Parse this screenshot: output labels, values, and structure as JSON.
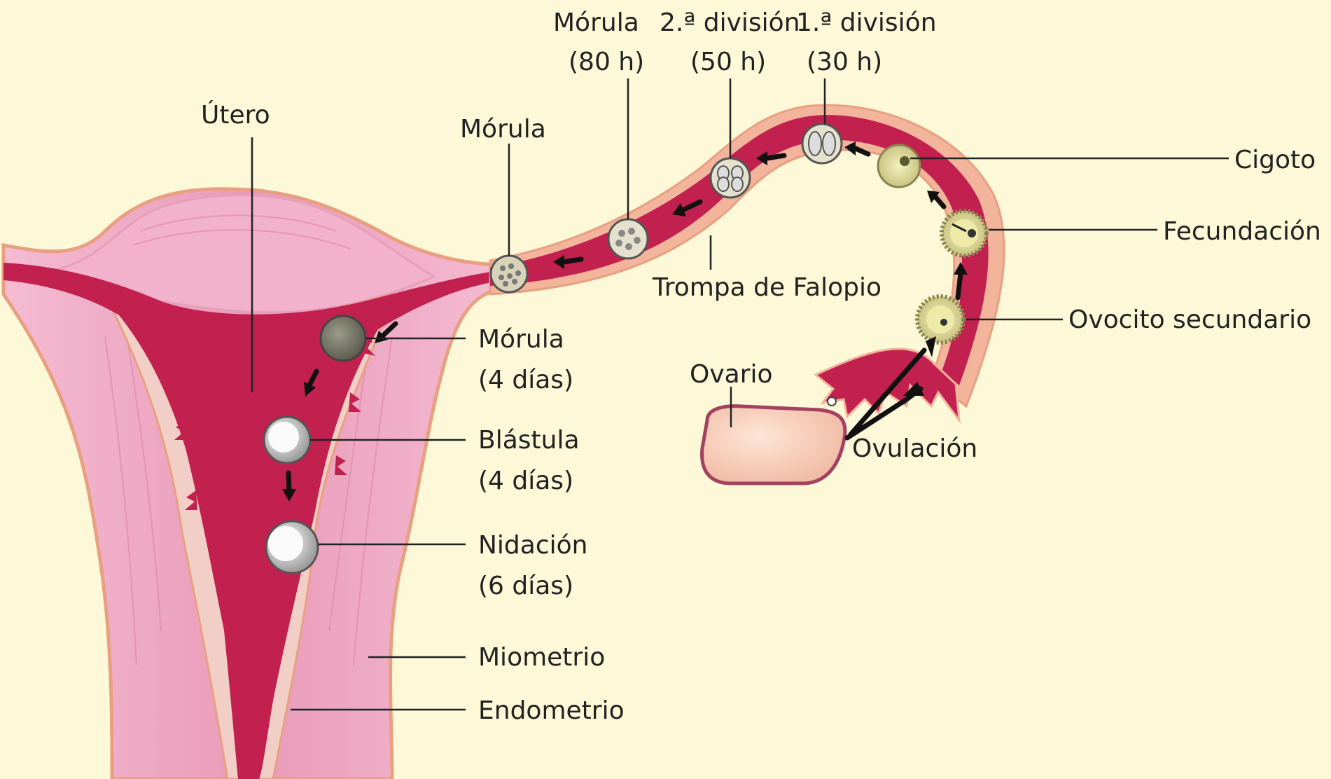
{
  "labels": {
    "utero": "Útero",
    "morula_tube": "Mórula",
    "morula_80_line1": "Mórula",
    "morula_80_line2": "(80 h)",
    "div2_line1": "2.ª división",
    "div2_line2": "(50 h)",
    "div1_line1": "1.ª división",
    "div1_line2": "(30 h)",
    "cigoto": "Cigoto",
    "fecundacion": "Fecundación",
    "trompa": "Trompa de Falopio",
    "ovocito": "Ovocito secundario",
    "ovario": "Ovario",
    "ovulacion": "Ovulación",
    "morula_4_line1": "Mórula",
    "morula_4_line2": "(4 días)",
    "blastula_line1": "Blástula",
    "blastula_line2": "(4 días)",
    "nidacion_line1": "Nidación",
    "nidacion_line2": "(6 días)",
    "miometrio": "Miometrio",
    "endometrio": "Endometrio"
  },
  "colors": {
    "background": "#fcf8d8",
    "myometrium": "#efafc8",
    "endometrium_outline": "#e8a080",
    "cavity": "#c2204f",
    "tube_wall": "#f2b49a",
    "ovary": "#f7d3c0"
  }
}
